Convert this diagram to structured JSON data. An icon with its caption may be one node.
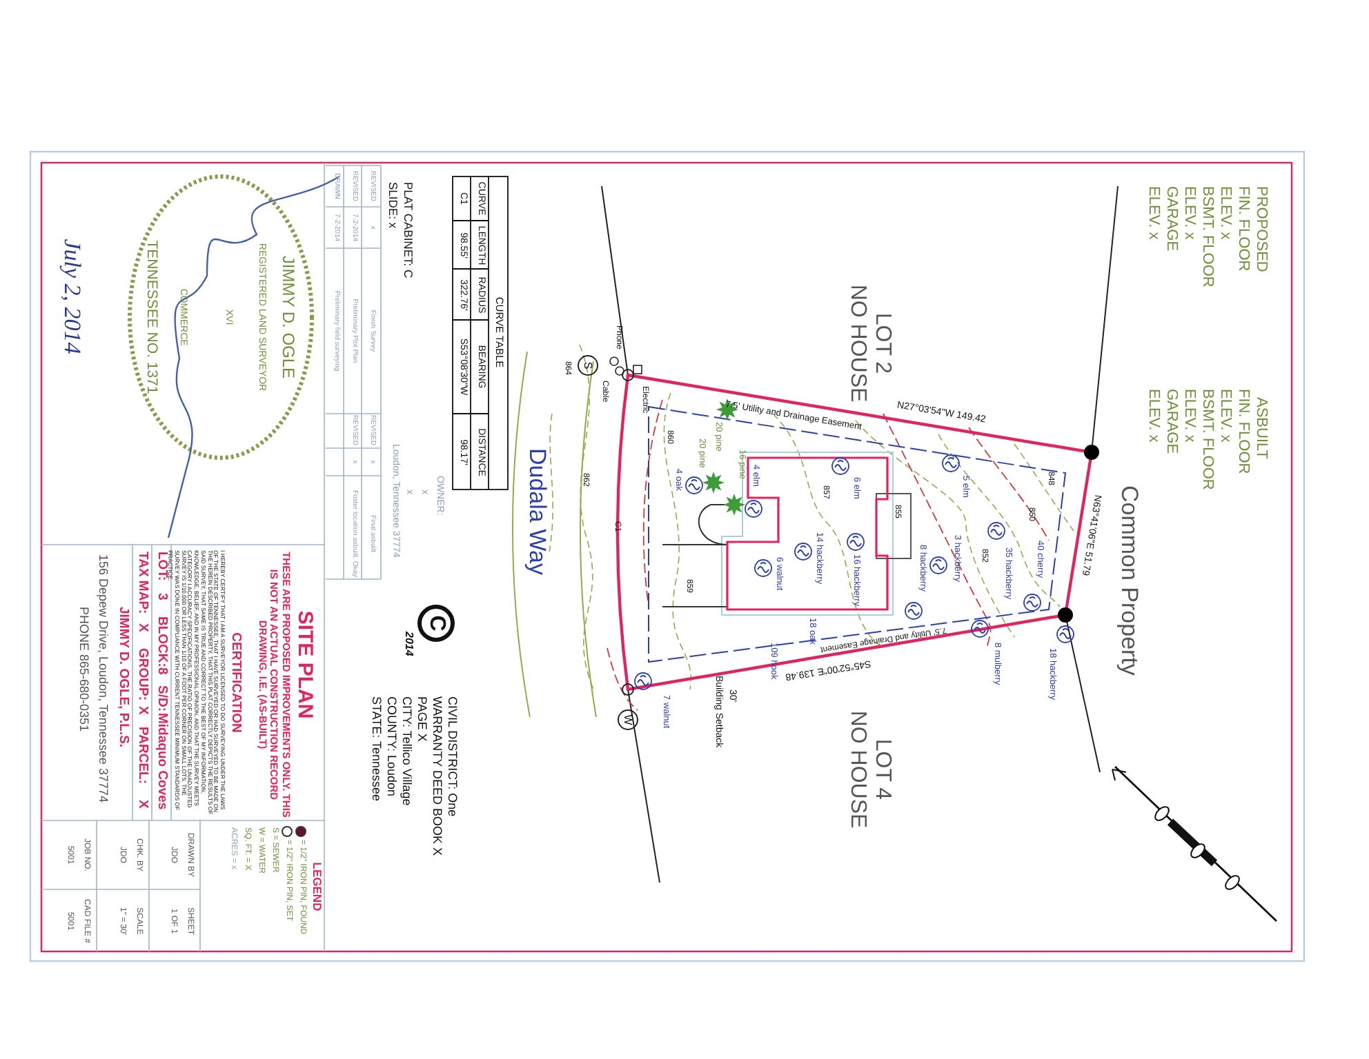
{
  "diagram": {
    "labels": [
      "PROPOSED",
      "FIN. FLOOR",
      "ELEV. x",
      "BSMT. FLOOR",
      "ELEV. x",
      "GARAGE",
      "ELEV. x",
      "ASBUILT",
      "FIN. FLOOR",
      "ELEV. x",
      "BSMT. FLOOR",
      "ELEV. x",
      "GARAGE",
      "ELEV. x",
      "Common Property",
      "LOT 2 NO HOUSE",
      "LOT 4 NO HOUSE",
      "N27°03'54\"W 149.42",
      "7.5' Utility and Drainage Easement",
      "N63°41'06\"E 51.79",
      "S45°52'00\"E 139.48",
      "7.5' Utility and Drainage Easement",
      "Dudala Way",
      "Phone",
      "Cable",
      "Electric",
      "C1",
      "5 elm",
      "6 elm",
      "4 elm",
      "20 pine",
      "20 pine",
      "16 pine",
      "4 oak",
      "14 hackberry",
      "16 hackberry",
      "6 walnut",
      "3 hackberry",
      "8 hackberry",
      "35 hackberry",
      "40 cherry",
      "8 mulberry",
      "18 hackberry",
      "7 walnut",
      "18 oak",
      "109 hook",
      "30'",
      "Building Setback",
      "848",
      "850",
      "852",
      "855",
      "857",
      "859",
      "860",
      "862",
      "864",
      "CURVE TABLE",
      "CURVE",
      "LENGTH",
      "RADIUS",
      "BEARING",
      "DISTANCE",
      "C1",
      "98.55'",
      "322.76'",
      "S53°08'30\"W",
      "98.17'",
      "PLAT CABINET: C",
      "SLIDE: x",
      "OWNER:",
      "x",
      "x",
      "Loudon, Tennessee 37774",
      "C",
      "2014",
      "CIVIL DISTRICT: One",
      "WARRANTY DEED BOOK X",
      "PAGE X",
      "CITY: Tellico Village",
      "COUNTY: Loudon",
      "STATE: Tennessee",
      "REVISED",
      "x",
      "Finish Survey",
      "REVISED",
      "x",
      "Final asbuilt",
      "REVISED",
      "7-2-2014",
      "Preliminary Plot Plan",
      "REVISED",
      "x",
      "Foster location asbuilt. Okay",
      "DRAWN",
      "7-2-2014",
      "Preliminary field surveying",
      "JIMMY D. OGLE",
      "REGISTERED LAND SURVEYOR",
      "XVI",
      "COMMERCE",
      "TENNESSEE NO. 1371",
      "July 2, 2014",
      "SITE PLAN",
      "THESE ARE PROPOSED IMPROVEMENTS ONLY. THIS IS NOT AN ACTUAL CONSTRUCTION RECORD DRAWING, I.E. (AS-BUILT)",
      "CERTIFICATION",
      "I HEREBY CERTIFY THAT I AM A SURVEYOR LICENSED TO DO SURVEYING UNDER THE LAWS OF THE STATE OF TENNESSEE, THAT I HAVE SURVEYED OR HAD SURVEYED TO BE MADE ON THE HEREIN DESCRIBED PROPERTY, THAT THIS PLAT CORRECTLY DEPICTS THE RESULTS OF SAID SURVEY, THAT SAME IS TRUE AND CORRECT TO THE BEST OF MY INFORMATION, KNOWLEDGE, BELIEF, AND IN MY PROFESSIONAL OPINION, AND THAT THE SURVEY MEETS CATEGORY I ACCURACY SPECIFICATIONS. THE RATIO OF PRECISION OF THE UNADJUSTED SURVEY IS 1/10,000 OR LESS THAN 1/10 OF A FOOT PER CORNER ON SMALL LOTS. THE SURVEY WAS DONE IN COMPLIANCE WITH CURRENT TENNESSEE MINIMUM STANDARDS OF PRACTICE.",
      "LOT:",
      "3",
      "BLOCK:",
      "8",
      "S/D:",
      "Midaquo Coves",
      "TAX MAP:",
      "X",
      "GROUP:",
      "X",
      "PARCEL:",
      "X",
      "JIMMY D. OGLE, P.L.S.",
      "156 Depew Drive, Loudon, Tennessee 37774",
      "PHONE 865-680-0351",
      "LEGEND",
      "DRAWN BY",
      "JDO",
      "SHEET",
      "1 OF 1",
      "CHK. BY",
      "JDO",
      "SCALE",
      "1\" = 30'",
      "JOB NO.",
      "5001",
      "CAD FILE #",
      "5001",
      "S",
      "W"
    ],
    "legend": [
      {
        "text": "= 1/2\" IRON PIN, FOUND"
      },
      {
        "text": "= 1/2\" IRON PIN, SET"
      },
      {
        "text": "S = SEWER"
      },
      {
        "text": "W = WATER"
      },
      {
        "text": "SQ. FT. = X"
      },
      {
        "text": "ACRES = x"
      }
    ]
  }
}
